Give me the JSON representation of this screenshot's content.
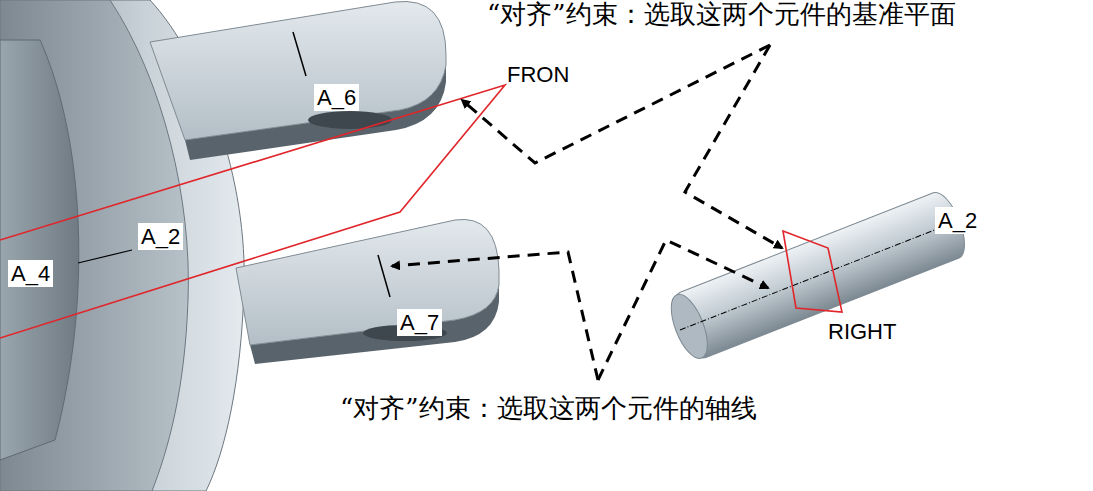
{
  "diagram": {
    "labels": [
      "“对齐”约束：选取这两个元件的基准平面",
      "FRON",
      "A_6",
      "A_2",
      "A_4",
      "A_7",
      "A_2",
      "RIGHT",
      "“对齐”约束：选取这两个元件的轴线"
    ]
  }
}
